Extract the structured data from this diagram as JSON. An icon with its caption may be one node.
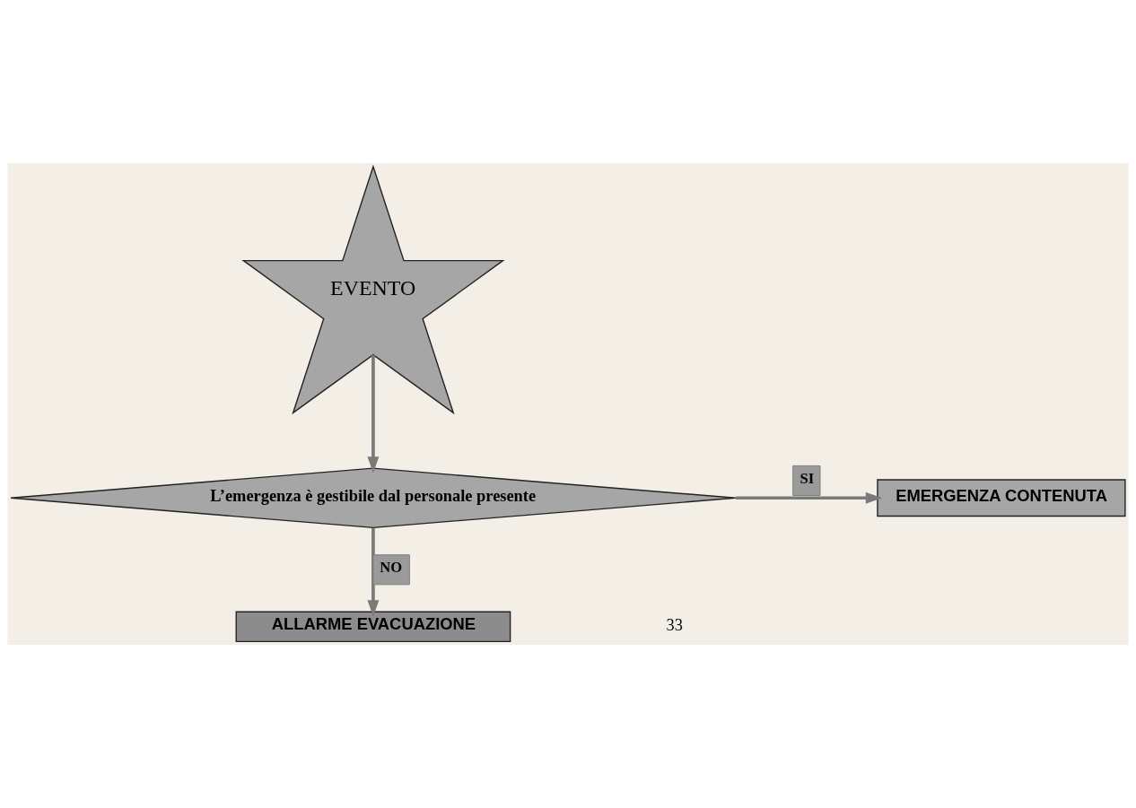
{
  "diagram": {
    "nodes": [
      {
        "text": [
          "EVENTO"
        ]
      },
      {
        "text": [
          "L’emergenza è gestibile dal personale presente"
        ]
      },
      {
        "text": [
          "EMERGENZA CONTENUTA"
        ]
      },
      {
        "text": [
          "ALLARME EVACUAZIONE"
        ]
      }
    ],
    "edges": [
      {
        "from": 0,
        "to": 1,
        "arrow": "to"
      },
      {
        "from": 1,
        "to": 2,
        "arrow": "to",
        "label": "SI"
      },
      {
        "from": 1,
        "to": 3,
        "arrow": "to",
        "label": "NO"
      }
    ],
    "labels": [
      "33"
    ]
  }
}
